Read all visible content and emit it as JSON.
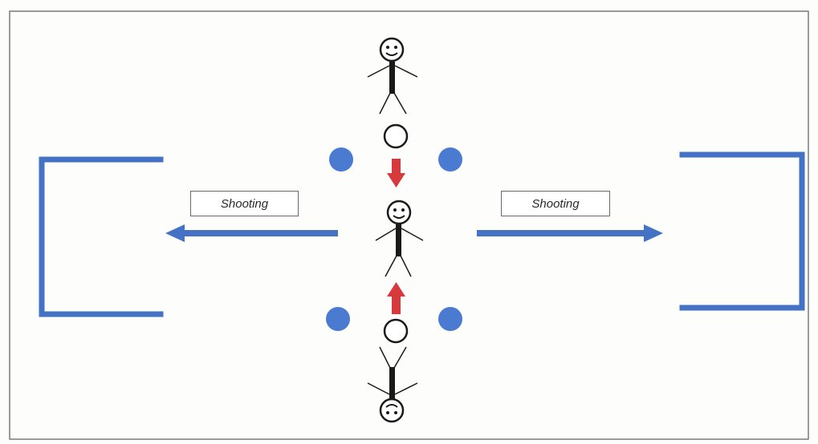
{
  "labels": {
    "left_shooting": "Shooting",
    "right_shooting": "Shooting"
  },
  "colors": {
    "goal_blue": "#4472c4",
    "cone_blue": "#4a7bd0",
    "arrow_red": "#d63a3a",
    "outline": "#6a6a6a",
    "figure": "#1a1a1a"
  },
  "elements": {
    "players": 3,
    "balls": 2,
    "cones": 4,
    "goals": 2
  }
}
